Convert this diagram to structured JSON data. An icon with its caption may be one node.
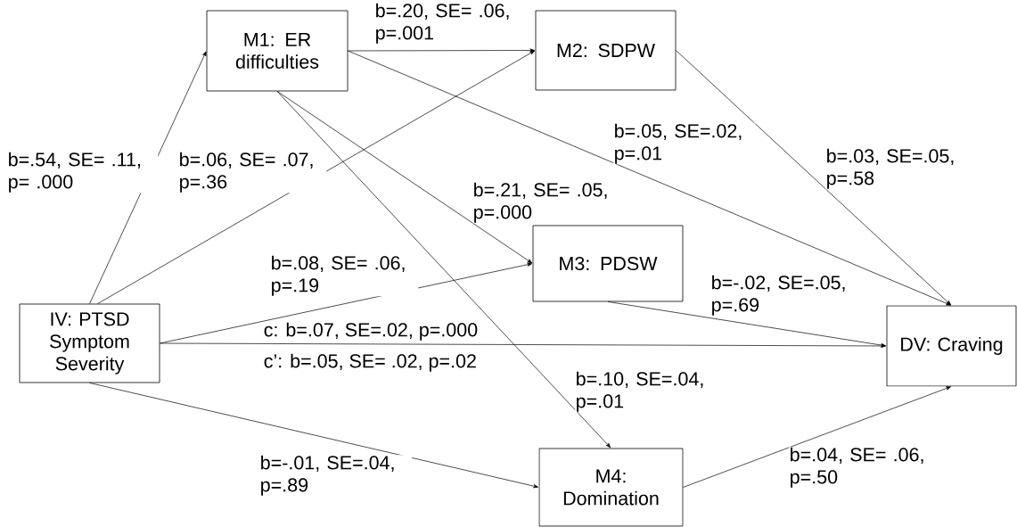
{
  "diagram": {
    "nodes": [
      {
        "text": [
          "IV: PTSD Symptom Severity"
        ]
      },
      {
        "text": [
          "M1: ER difficulties"
        ]
      },
      {
        "text": [
          "M2: SDPW"
        ]
      },
      {
        "text": [
          "M3: PDSW"
        ]
      },
      {
        "text": [
          "M4: Domination"
        ]
      },
      {
        "text": [
          "DV: Craving"
        ]
      }
    ],
    "edges": [
      {
        "from": 0,
        "to": 1,
        "arrow": "to",
        "label": "b=.54, SE= .11, p= .000"
      },
      {
        "from": 0,
        "to": 2,
        "arrow": "to",
        "label": "b=.06, SE= .07, p=.36"
      },
      {
        "from": 0,
        "to": 3,
        "arrow": "to",
        "label": "b=.08, SE= .06, p=.19"
      },
      {
        "from": 0,
        "to": 5,
        "arrow": "to",
        "label": "c: b=.07, SE=.02, p=.000"
      },
      {
        "from": 0,
        "to": 4,
        "arrow": "to",
        "label": "b=-.01, SE=.04, p=.89"
      },
      {
        "from": 1,
        "to": 2,
        "arrow": "to",
        "label": "b=.20, SE= .06, p=.001"
      },
      {
        "from": 1,
        "to": 5,
        "arrow": "to",
        "label": "b=.05, SE=.02, p=.01"
      },
      {
        "from": 1,
        "to": 3,
        "arrow": "to",
        "label": "b=.21, SE= .05, p=.000"
      },
      {
        "from": 1,
        "to": 4,
        "arrow": "to",
        "label": "b=.10, SE=.04, p=.01"
      },
      {
        "from": 2,
        "to": 5,
        "arrow": "to",
        "label": "b=.03, SE=.05, p=.58"
      },
      {
        "from": 3,
        "to": 5,
        "arrow": "to",
        "label": "b=-.02, SE=.05, p=.69"
      },
      {
        "from": 4,
        "to": 5,
        "arrow": "to",
        "label": "b=.04, SE= .06, p=.50"
      }
    ],
    "labels": [
      "c’: b=.05, SE= .02, p=.02"
    ]
  }
}
